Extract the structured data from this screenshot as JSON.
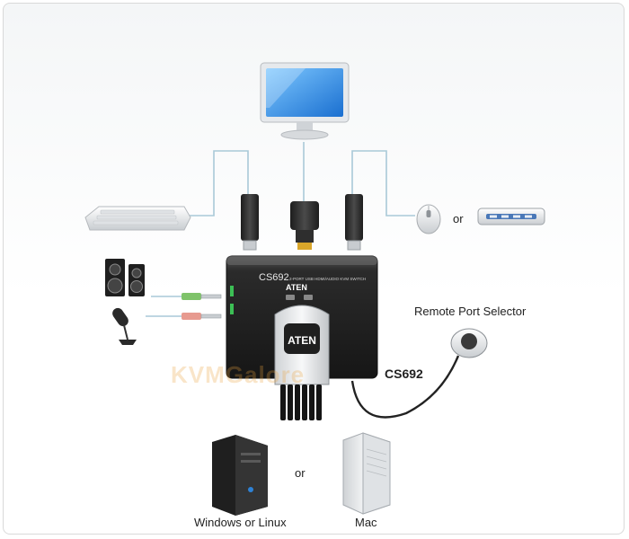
{
  "labels": {
    "remote_port_selector": "Remote Port Selector",
    "model": "CS692",
    "or_mouse_device": "or",
    "or_computers": "or",
    "windows_or_linux": "Windows or Linux",
    "mac": "Mac",
    "watermark": "KVMGalore"
  },
  "switch": {
    "brand": "ATEN",
    "model_text": "CS692",
    "subtitle": "2-PORT USB HDMI/AUDIO KVM SWITCH"
  },
  "colors": {
    "cable": "#a9c9d8",
    "switch_body": "#2a2a2a",
    "speaker_plug_green": "#7fc36a",
    "mic_plug_pink": "#e79a8f"
  }
}
